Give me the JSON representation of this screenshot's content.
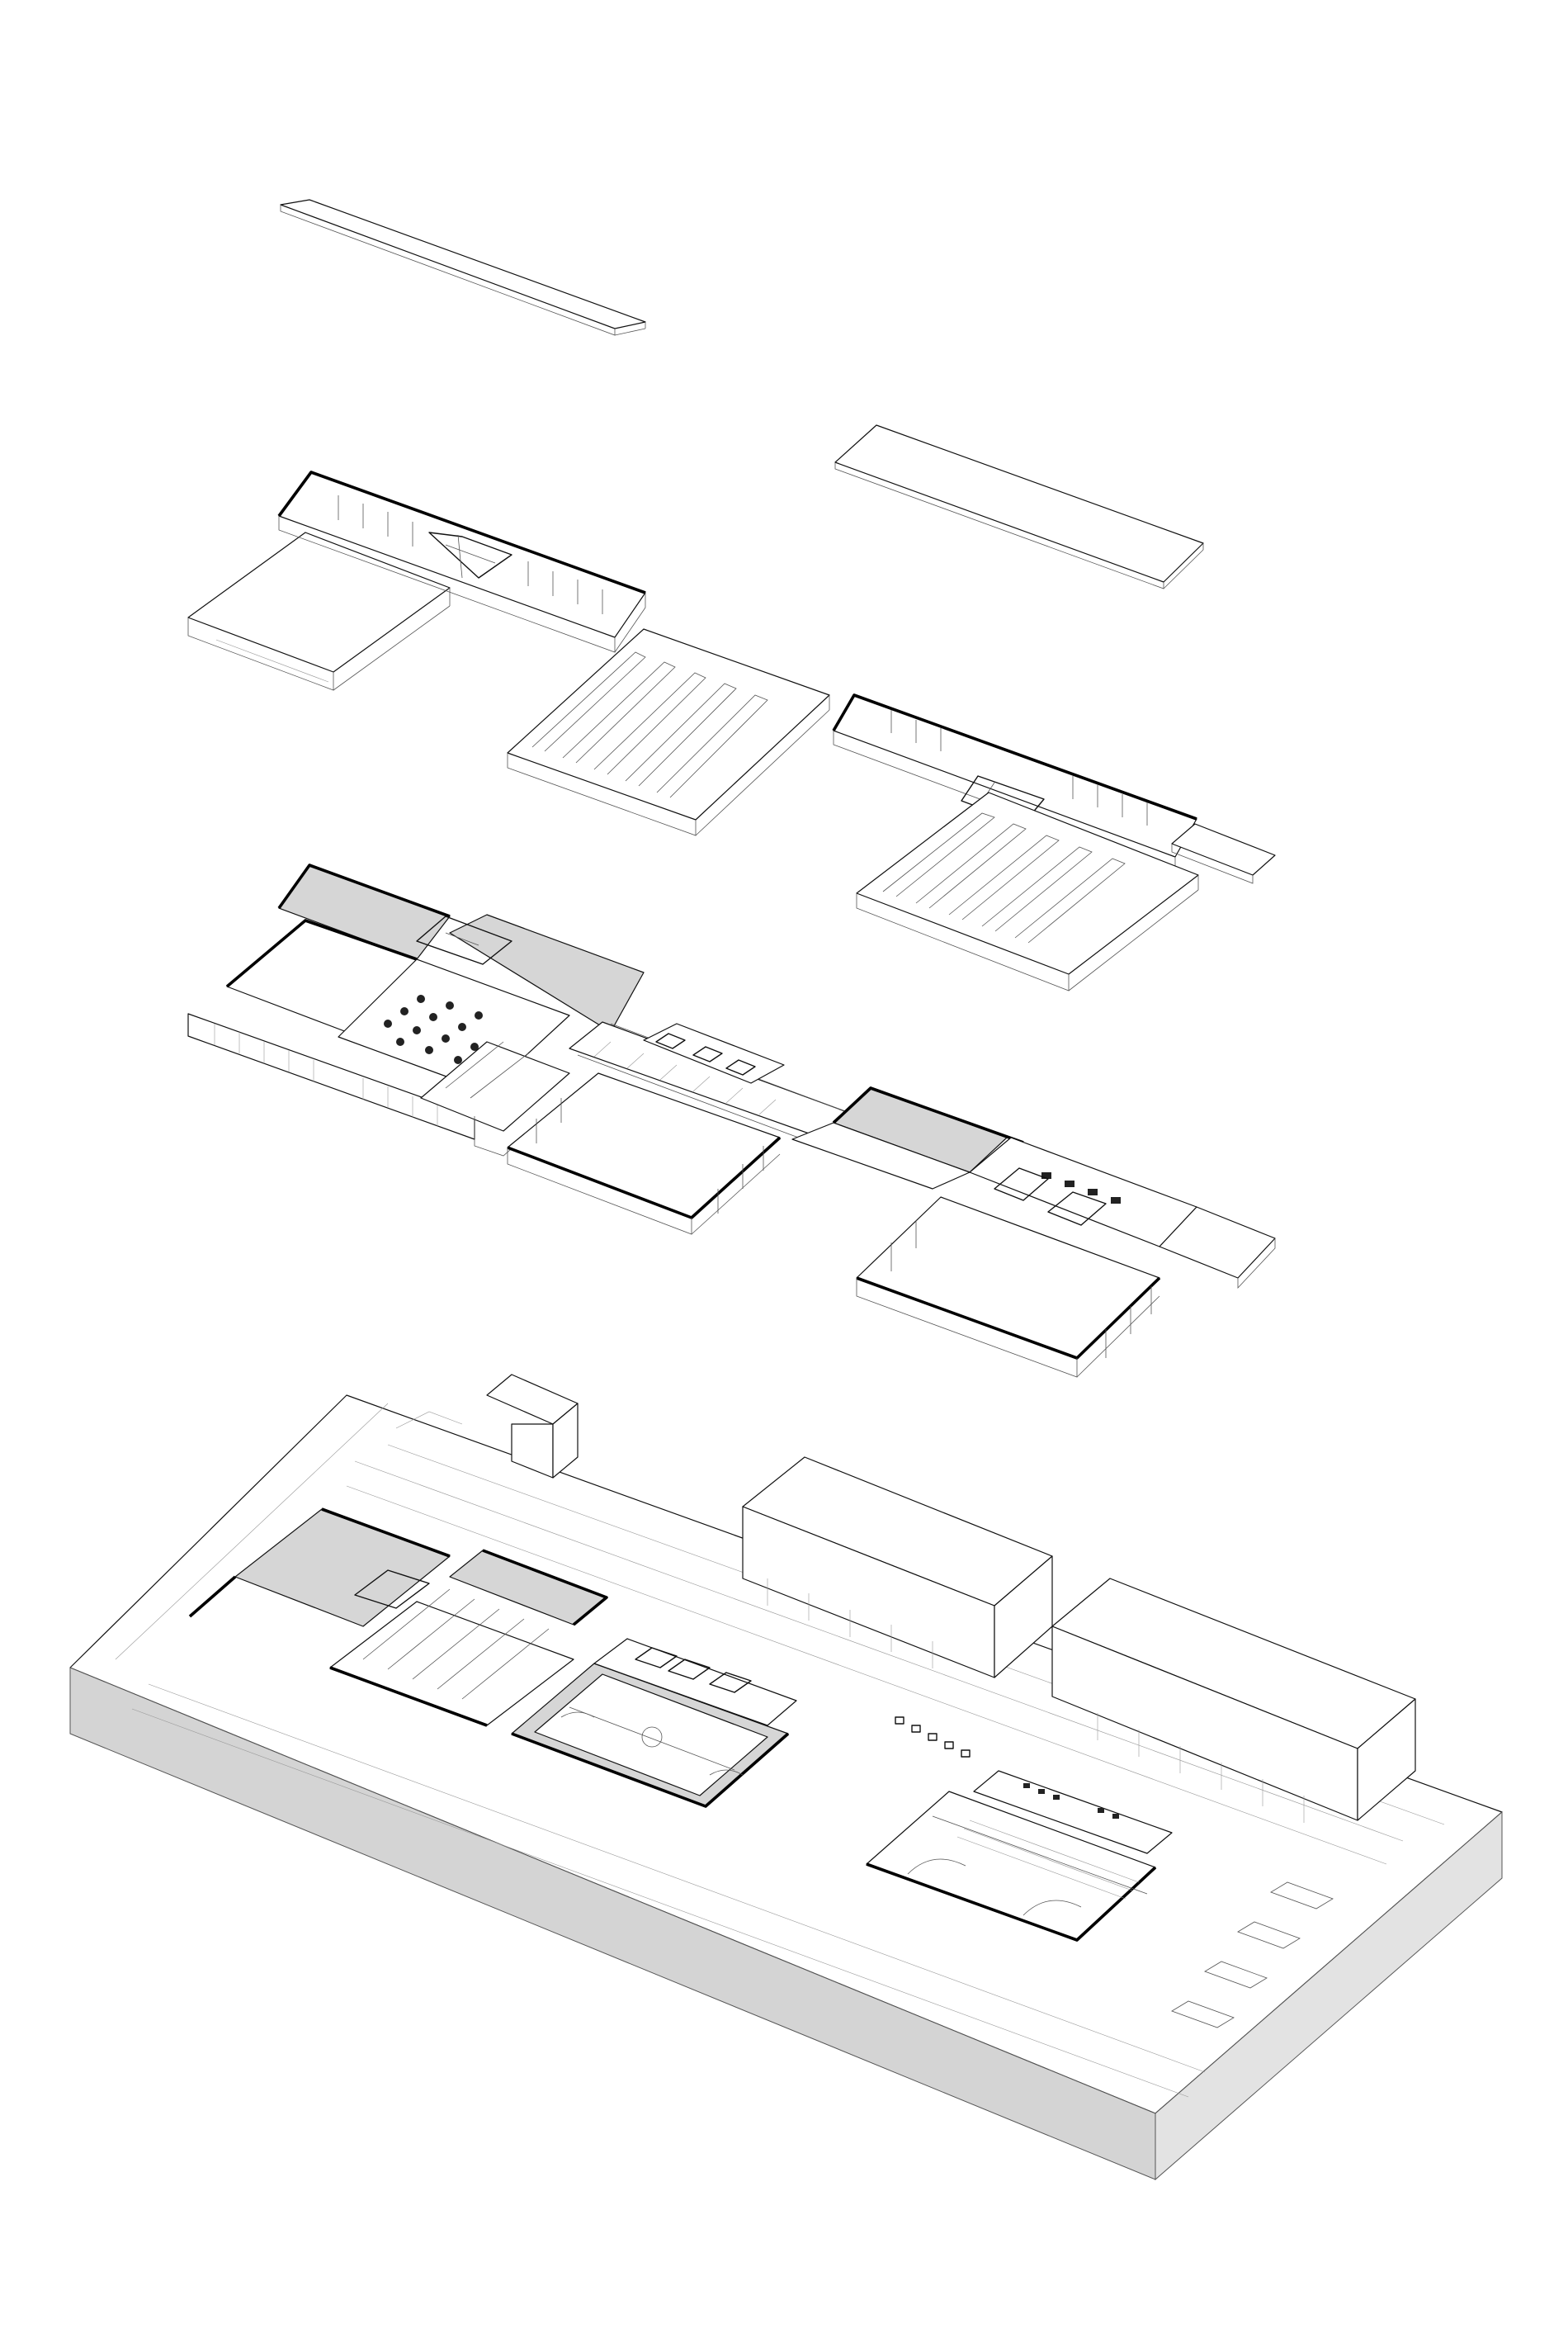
{
  "figure": {
    "layers": [
      {
        "id": "roof"
      },
      {
        "id": "upper-floor"
      },
      {
        "id": "ground-floor"
      },
      {
        "id": "site"
      }
    ]
  }
}
